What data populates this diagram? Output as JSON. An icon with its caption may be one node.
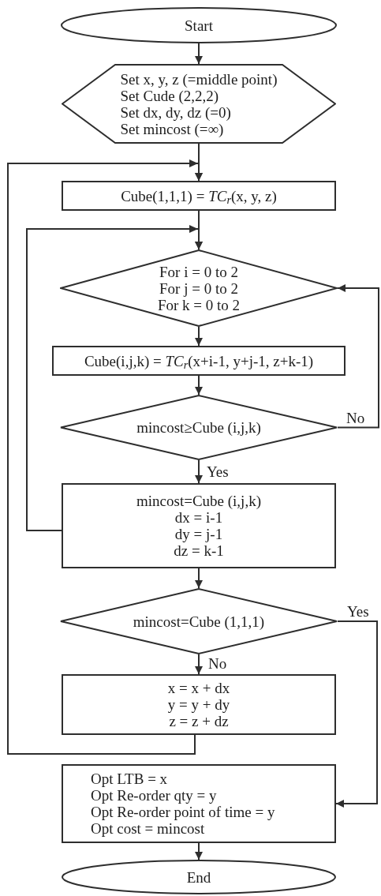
{
  "diagram": {
    "nodes": [
      {
        "text": [
          "Start"
        ]
      },
      {
        "text": [
          "Set x, y, z (=middle point)",
          "Set Cude (2,2,2)",
          "Set dx, dy, dz (=0)",
          "Set mincost (=∞)"
        ]
      },
      {
        "text": [
          "Cube(1,1,1) = *TC*$_{r}$(x, y, z)"
        ]
      },
      {
        "text": [
          "For i = 0 to 2",
          "For j = 0 to 2",
          "For k = 0 to 2"
        ]
      },
      {
        "text": [
          "Cube(i,j,k) = *TC*$_{r}$(x+i-1, y+j-1, z+k-1)"
        ]
      },
      {
        "text": [
          "mincost≥Cube (i,j,k)"
        ]
      },
      {
        "text": [
          "mincost=Cube (i,j,k)",
          "dx = i-1",
          "dy = j-1",
          "dz = k-1"
        ]
      },
      {
        "text": [
          "mincost=Cube (1,1,1)"
        ]
      },
      {
        "text": [
          "x = x + dx",
          "y = y + dy",
          "z = z + dz"
        ]
      },
      {
        "text": [
          "Opt LTB = x",
          "Opt Re-order qty = y",
          "Opt Re-order point of time = y",
          "Opt cost = mincost"
        ]
      },
      {
        "text": [
          "End"
        ]
      }
    ],
    "edges": [
      {
        "from": 0,
        "to": 1,
        "arrow": "to"
      },
      {
        "from": 1,
        "to": 2,
        "arrow": "to"
      },
      {
        "from": 2,
        "to": 3,
        "arrow": "to"
      },
      {
        "from": 3,
        "to": 4,
        "arrow": "to"
      },
      {
        "from": 4,
        "to": 5,
        "arrow": "to"
      },
      {
        "from": 5,
        "to": 6,
        "arrow": "to",
        "label": "Yes"
      },
      {
        "from": 5,
        "to": 3,
        "arrow": "to",
        "label": "No"
      },
      {
        "from": 6,
        "to": 3,
        "arrow": "to"
      },
      {
        "from": 6,
        "to": 7,
        "arrow": "to"
      },
      {
        "from": 7,
        "to": 8,
        "arrow": "to",
        "label": "No"
      },
      {
        "from": 7,
        "to": 9,
        "arrow": "to",
        "label": "Yes"
      },
      {
        "from": 8,
        "to": 2,
        "arrow": "to"
      },
      {
        "from": 9,
        "to": 10,
        "arrow": "to"
      }
    ]
  }
}
